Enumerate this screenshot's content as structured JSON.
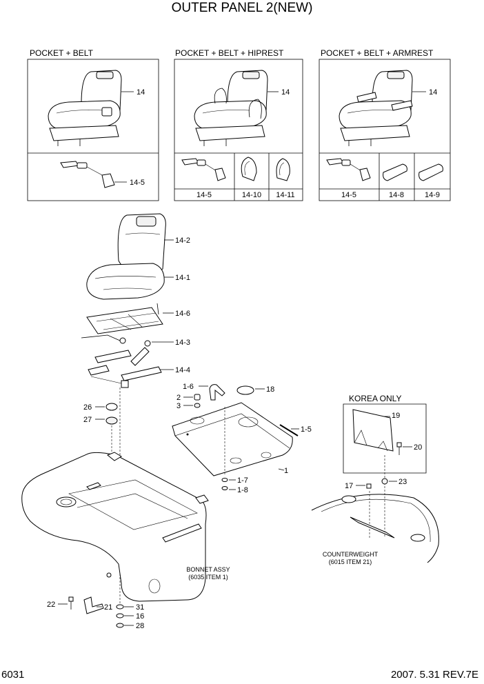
{
  "title": "OUTER PANEL 2(NEW)",
  "page_number": "6031",
  "revision": "2007. 5.31 REV.7E",
  "panels": {
    "pocket_belt": {
      "header": "POCKET + BELT",
      "seat_callout": "14",
      "belt_callout": "14-5"
    },
    "pocket_belt_hiprest": {
      "header": "POCKET + BELT + HIPREST",
      "seat_callout": "14",
      "cells": [
        "14-5",
        "14-10",
        "14-11"
      ]
    },
    "pocket_belt_armrest": {
      "header": "POCKET + BELT + ARMREST",
      "seat_callout": "14",
      "cells": [
        "14-5",
        "14-8",
        "14-9"
      ]
    }
  },
  "seat_callouts": [
    "14-2",
    "14-1",
    "14-6",
    "14-3",
    "14-4"
  ],
  "main_callouts": {
    "c1_6": "1-6",
    "c2": "2",
    "c3": "3",
    "c18": "18",
    "c1_5": "1-5",
    "c1": "1",
    "c1_7": "1-7",
    "c1_8": "1-8",
    "c26": "26",
    "c27": "27",
    "c22": "22",
    "c21": "21",
    "c31": "31",
    "c16": "16",
    "c28": "28"
  },
  "bonnet_note": [
    "BONNET ASSY",
    "(6035 ITEM 1)"
  ],
  "korea": {
    "header": "KOREA ONLY",
    "c19": "19",
    "c20": "20",
    "c17": "17",
    "c23": "23",
    "note": [
      "COUNTERWEIGHT",
      "(6015 ITEM 21)"
    ]
  }
}
